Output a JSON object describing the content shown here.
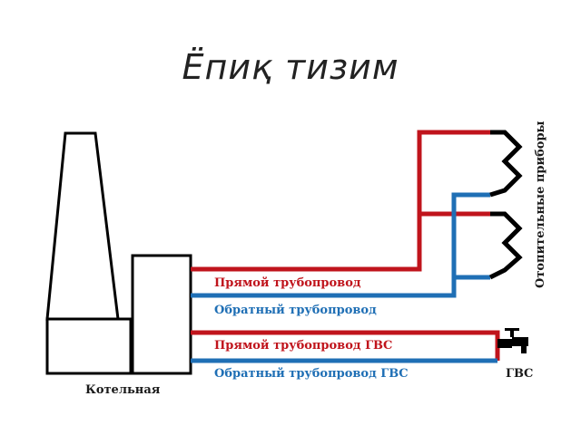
{
  "title": "Ёпиқ тизим",
  "colors": {
    "supply": "#c0141c",
    "return": "#1f6fb5",
    "outline": "#000000",
    "text_dark": "#1a1a1a"
  },
  "labels": {
    "supply_pipe": "Прямой трубопровод",
    "return_pipe": "Обратный трубопровод",
    "supply_hw": "Прямой трубопровод ГВС",
    "return_hw": "Обратный трубопровод ГВС",
    "boiler": "Котельная",
    "hot_water": "ГВС",
    "radiators": "Отопительные приборы"
  },
  "icons": {
    "faucet": "faucet-icon"
  }
}
